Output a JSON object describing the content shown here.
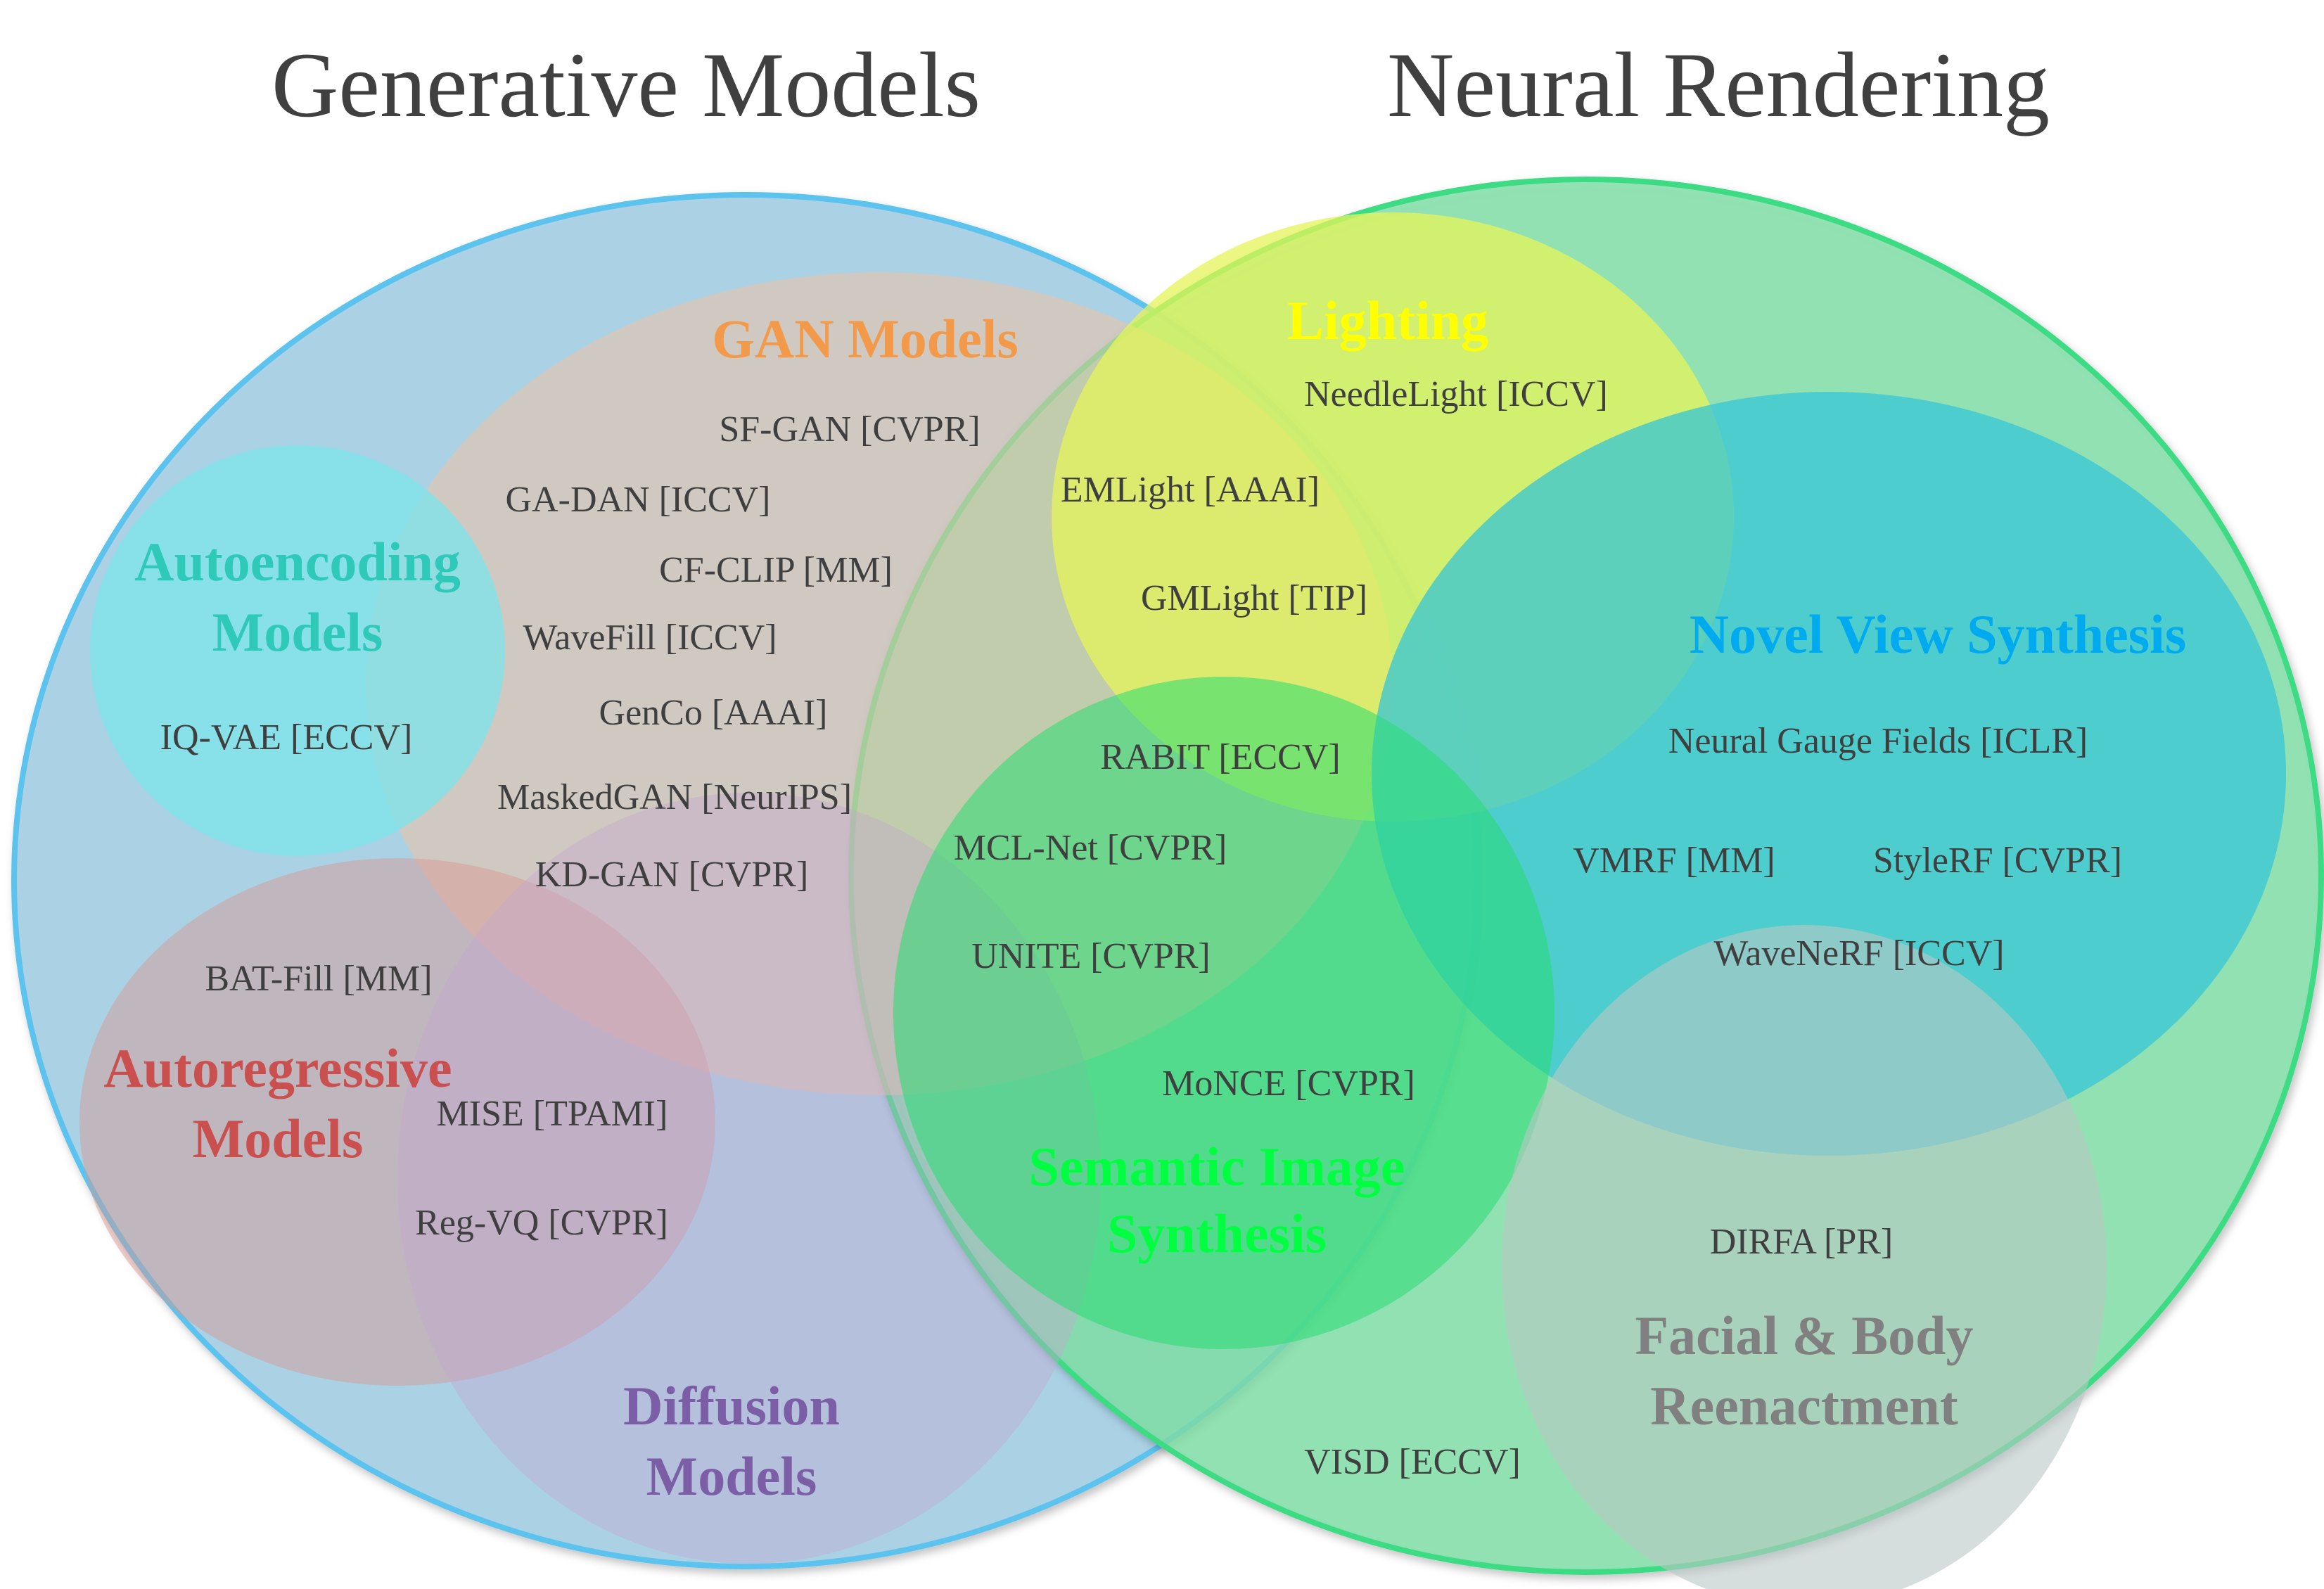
{
  "titles": {
    "left": "Generative Models",
    "right": "Neural Rendering"
  },
  "colors": {
    "title_text": "#404040",
    "paper_text": "#3f3f3f",
    "generative_fill": "#a6cfe6",
    "generative_stroke": "#5bc3ee",
    "rendering_fill": "#7fe0a8",
    "rendering_stroke": "#3ddc84",
    "gan": "#f29a4a",
    "autoencoding": "#2ec9b8",
    "autoregressive": "#c9504f",
    "diffusion": "#7b5ea6",
    "lighting": "#ffff00",
    "novel_view": "#00aaef",
    "semantic": "#00ff40",
    "facial": "#808080"
  },
  "categories": {
    "gan": {
      "label": "GAN Models",
      "papers": [
        "SF-GAN [CVPR]",
        "GA-DAN [ICCV]",
        "CF-CLIP [MM]",
        "WaveFill [ICCV]",
        "GenCo [AAAI]",
        "MaskedGAN [NeurIPS]",
        "KD-GAN [CVPR]"
      ]
    },
    "autoencoding": {
      "label_line1": "Autoencoding",
      "label_line2": "Models",
      "papers": [
        "IQ-VAE [ECCV]"
      ]
    },
    "autoregressive": {
      "label_line1": "Autoregressive",
      "label_line2": "Models",
      "papers": [
        "BAT-Fill [MM]",
        "MISE [TPAMI]",
        "Reg-VQ [CVPR]"
      ]
    },
    "diffusion": {
      "label_line1": "Diffusion",
      "label_line2": "Models"
    },
    "lighting": {
      "label": "Lighting",
      "papers": [
        "NeedleLight [ICCV]",
        "EMLight [AAAI]",
        "GMLight [TIP]"
      ]
    },
    "novel_view": {
      "label": "Novel View Synthesis",
      "papers": [
        "Neural Gauge Fields [ICLR]",
        "VMRF [MM]",
        "StyleRF [CVPR]",
        "WaveNeRF [ICCV]"
      ]
    },
    "semantic": {
      "label_line1": "Semantic Image",
      "label_line2": "Synthesis",
      "papers": [
        "RABIT [ECCV]",
        "MCL-Net [CVPR]",
        "UNITE [CVPR]",
        "MoNCE [CVPR]"
      ]
    },
    "facial": {
      "label_line1": "Facial & Body",
      "label_line2": "Reenactment",
      "papers": [
        "DIRFA [PR]"
      ]
    },
    "rendering_other": {
      "papers": [
        "VISD [ECCV]"
      ]
    }
  }
}
